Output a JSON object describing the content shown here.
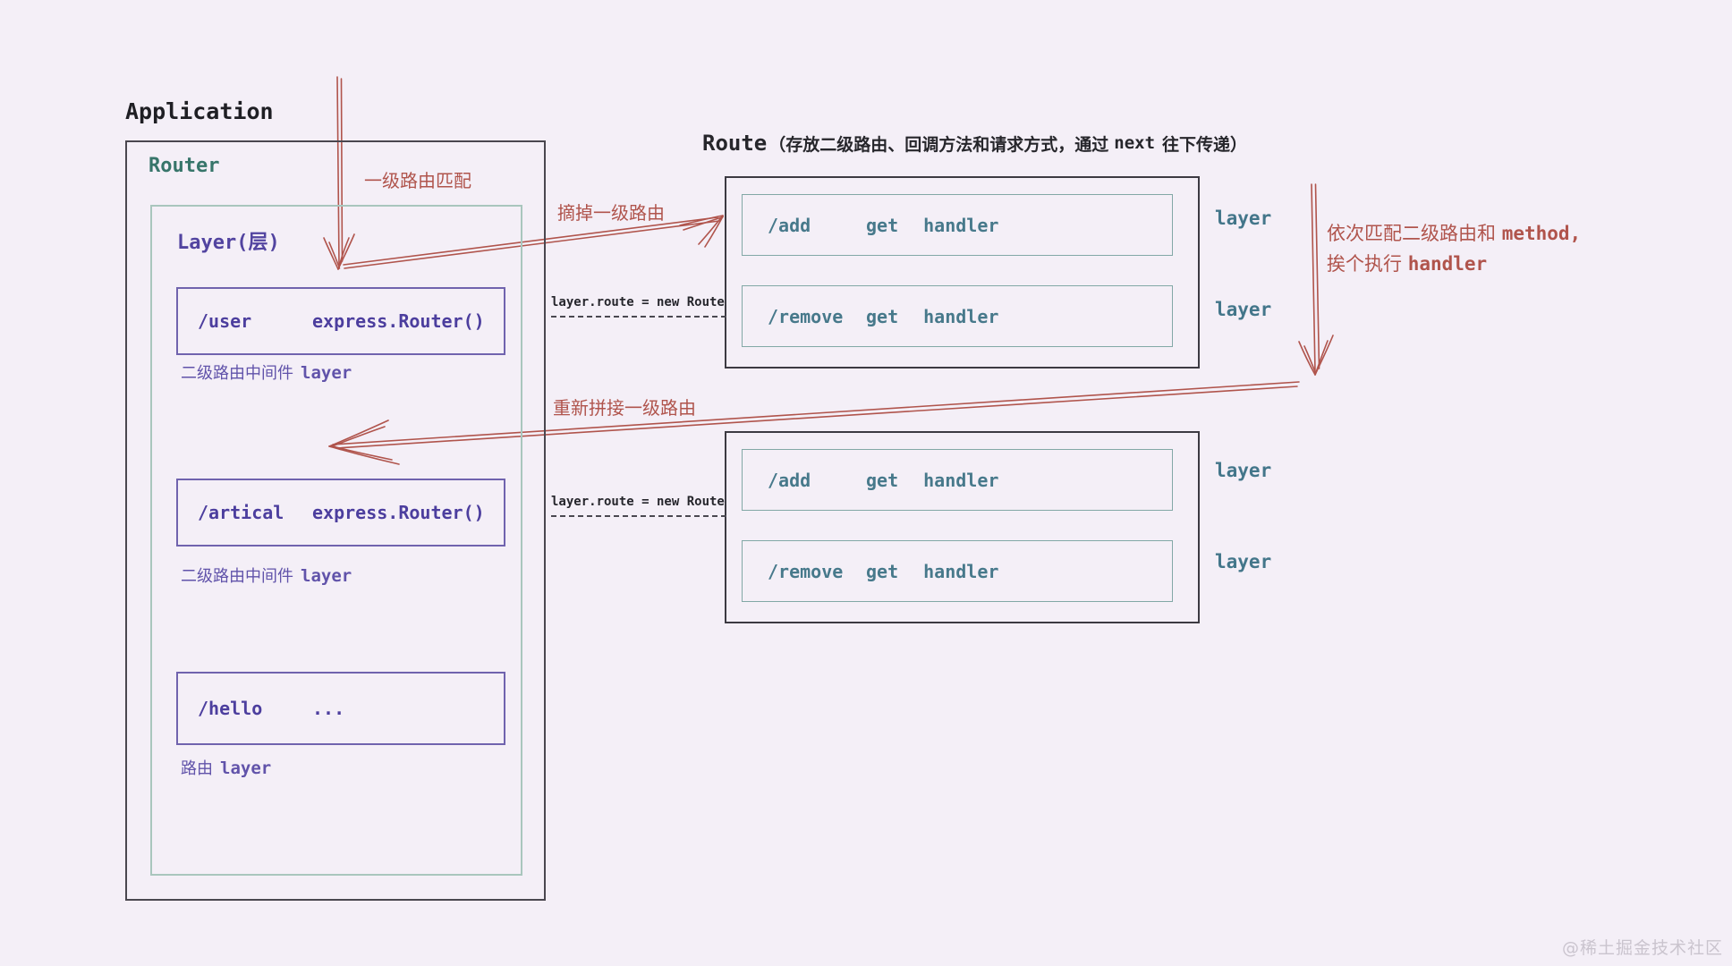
{
  "colors": {
    "background": "#f4eff7",
    "annotation_red": "#b0544c",
    "purple_code": "#4c3e9e",
    "teal_code": "#47798b",
    "router_green": "#37756a",
    "dark_border": "#3c3a42"
  },
  "application": {
    "title": "Application",
    "router": {
      "label": "Router",
      "layer": {
        "label": "Layer(层)",
        "items": [
          {
            "path": "/user",
            "value": "express.Router()",
            "caption_cn": "二级路由中间件",
            "caption_code": "layer"
          },
          {
            "path": "/artical",
            "value": "express.Router()",
            "caption_cn": "二级路由中间件",
            "caption_code": "layer"
          },
          {
            "path": "/hello",
            "value": "...",
            "caption_cn": "路由",
            "caption_code": "layer"
          }
        ]
      }
    }
  },
  "route_section": {
    "title_code": "Route",
    "note_pre": "（存放二级路由、回调方法和请求方式，通过",
    "note_code": "next",
    "note_post": "往下传递）",
    "binding_label": "layer.route = new Route",
    "boxes": [
      {
        "rows": [
          {
            "path": "/add",
            "method": "get",
            "handler": "handler",
            "layer_label": "layer"
          },
          {
            "path": "/remove",
            "method": "get",
            "handler": "handler",
            "layer_label": "layer"
          }
        ]
      },
      {
        "rows": [
          {
            "path": "/add",
            "method": "get",
            "handler": "handler",
            "layer_label": "layer"
          },
          {
            "path": "/remove",
            "method": "get",
            "handler": "handler",
            "layer_label": "layer"
          }
        ]
      }
    ]
  },
  "annotations": {
    "first_level_match": "一级路由匹配",
    "strip_prefix": "摘掉一级路由",
    "reassemble_prefix": "重新拼接一级路由",
    "match_line1_cn": "依次匹配二级路由和",
    "match_line1_code": "method,",
    "match_line2_cn": "挨个执行",
    "match_line2_code": "handler"
  },
  "watermark": "@稀土掘金技术社区"
}
